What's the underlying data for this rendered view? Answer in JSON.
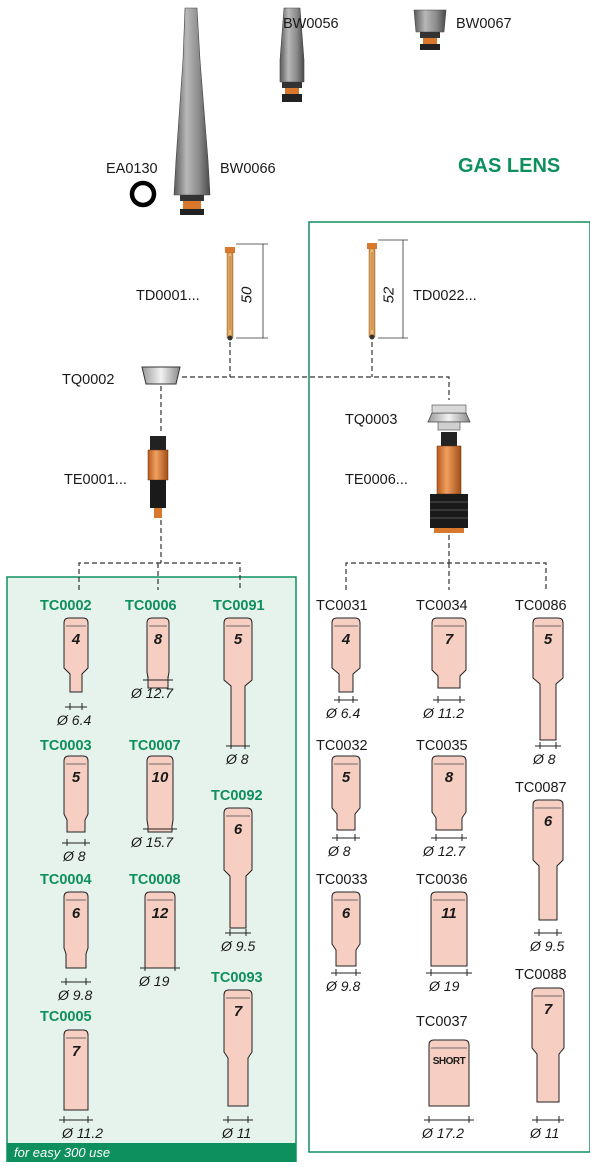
{
  "header": "GAS LENS",
  "footer": "for easy 300 use",
  "parts": {
    "bw0056": "BW0056",
    "bw0067": "BW0067",
    "ea0130": "EA0130",
    "bw0066": "BW0066",
    "td0001": "TD0001...",
    "td0022": "TD0022...",
    "tq0002": "TQ0002",
    "tq0003": "TQ0003",
    "te0001": "TE0001...",
    "te0006": "TE0006..."
  },
  "dims": {
    "td0001": "50",
    "td0022": "52"
  },
  "nozzles_left": [
    {
      "code": "TC0002",
      "size": "4",
      "dia": "Ø 6.4"
    },
    {
      "code": "TC0006",
      "size": "8",
      "dia": "Ø 12.7"
    },
    {
      "code": "TC0091",
      "size": "5",
      "dia": "Ø 8"
    },
    {
      "code": "TC0003",
      "size": "5",
      "dia": "Ø 8"
    },
    {
      "code": "TC0007",
      "size": "10",
      "dia": "Ø 15.7"
    },
    {
      "code": "TC0092",
      "size": "6",
      "dia": "Ø 9.5"
    },
    {
      "code": "TC0004",
      "size": "6",
      "dia": "Ø 9.8"
    },
    {
      "code": "TC0008",
      "size": "12",
      "dia": "Ø 19"
    },
    {
      "code": "TC0093",
      "size": "7",
      "dia": "Ø 11"
    },
    {
      "code": "TC0005",
      "size": "7",
      "dia": "Ø 11.2"
    }
  ],
  "nozzles_right": [
    {
      "code": "TC0031",
      "size": "4",
      "dia": "Ø 6.4"
    },
    {
      "code": "TC0034",
      "size": "7",
      "dia": "Ø 11.2"
    },
    {
      "code": "TC0086",
      "size": "5",
      "dia": "Ø 8"
    },
    {
      "code": "TC0032",
      "size": "5",
      "dia": "Ø 8"
    },
    {
      "code": "TC0035",
      "size": "8",
      "dia": "Ø 12.7"
    },
    {
      "code": "TC0087",
      "size": "6",
      "dia": "Ø 9.5"
    },
    {
      "code": "TC0033",
      "size": "6",
      "dia": "Ø 9.8"
    },
    {
      "code": "TC0036",
      "size": "11",
      "dia": "Ø 19"
    },
    {
      "code": "TC0088",
      "size": "7",
      "dia": "Ø 11"
    },
    {
      "code": "TC0037",
      "size": "SHORT",
      "dia": "Ø 17.2"
    }
  ],
  "colors": {
    "accent": "#0e8f5e",
    "panel_fill": "#e6f2ec",
    "nozzle_fill": "#f6cfc2",
    "cap_fill": "#8a8a8a",
    "copper": "#d9772d"
  }
}
